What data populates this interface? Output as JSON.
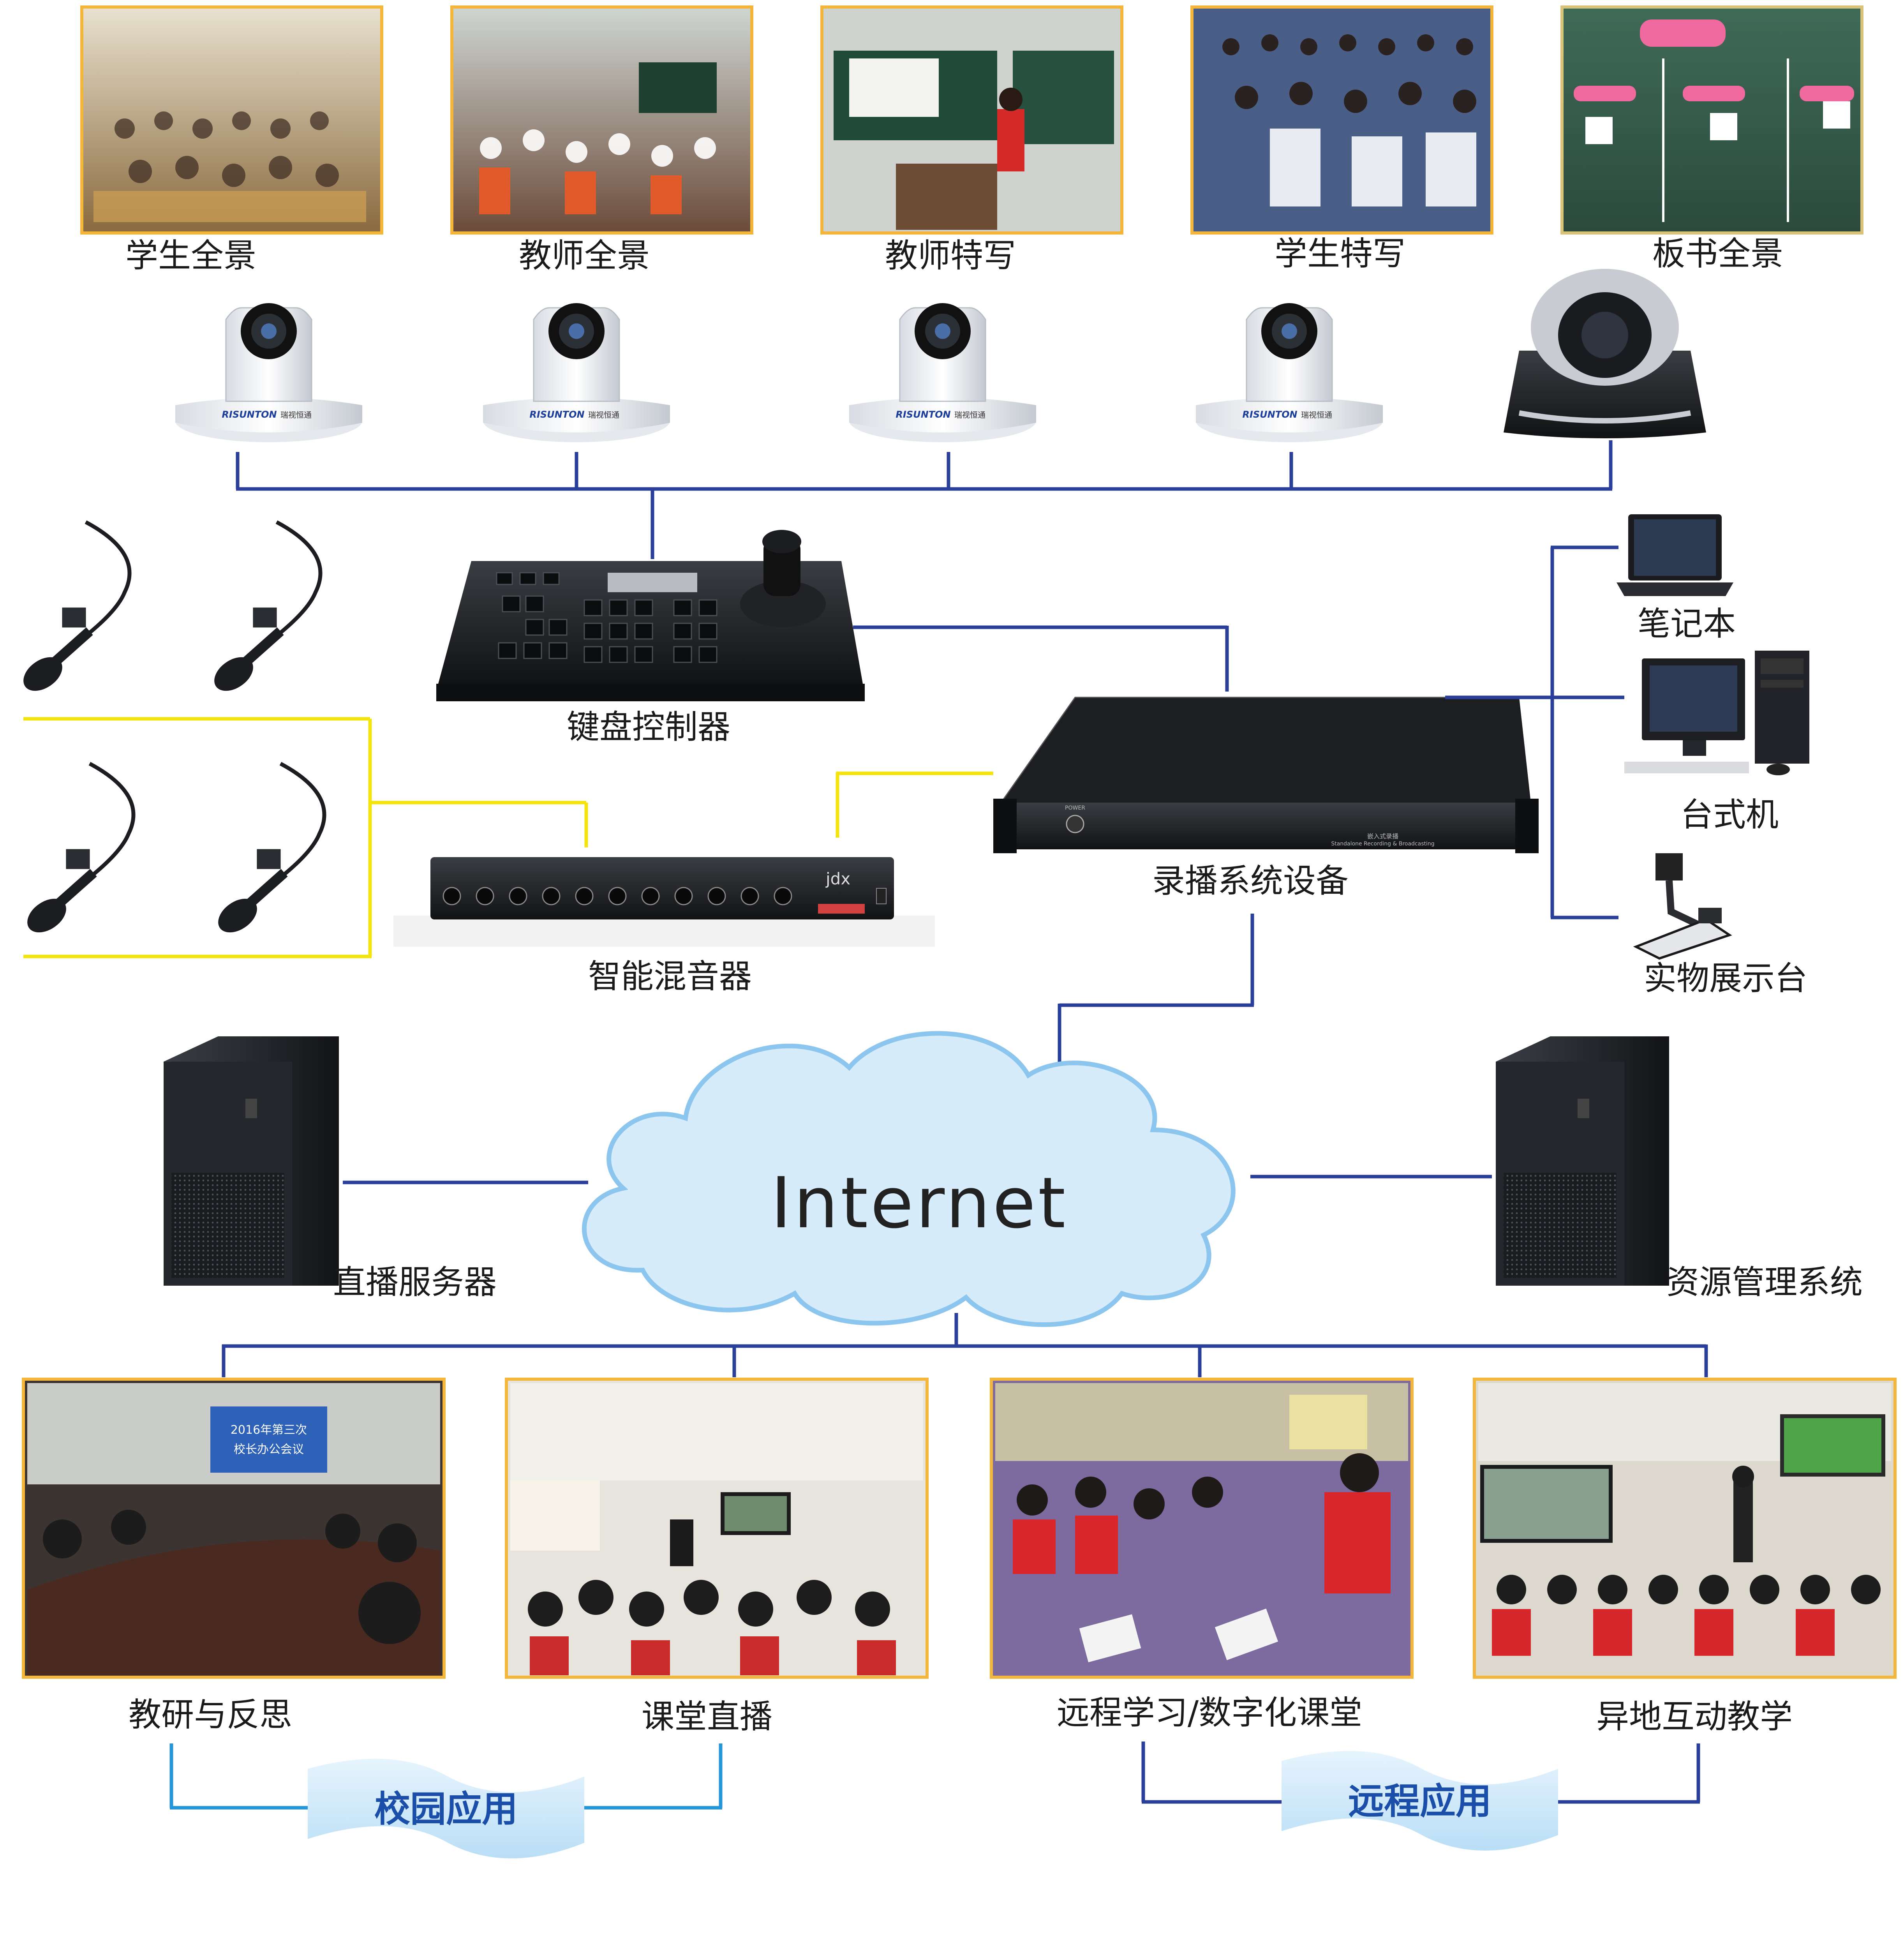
{
  "colors": {
    "line_blue": "#2a3f9a",
    "line_yellow": "#f2e40c",
    "cloud_fill": "#d7ecfa",
    "cloud_stroke": "#8cc6ef",
    "banner_fill": "#cfe8f9",
    "banner_text": "#1a4ea8",
    "photo_border": "#f4b63a"
  },
  "top_views": [
    {
      "label": "学生全景",
      "icon": "student-panorama-photo"
    },
    {
      "label": "教师全景",
      "icon": "teacher-panorama-photo"
    },
    {
      "label": "教师特写",
      "icon": "teacher-closeup-photo"
    },
    {
      "label": "学生特写",
      "icon": "student-closeup-photo"
    },
    {
      "label": "板书全景",
      "icon": "blackboard-panorama-photo"
    }
  ],
  "camera_brand": "RISUNTON",
  "camera_brand_cn": "瑞视恒通",
  "devices": {
    "keyboard_controller": "键盘控制器",
    "smart_mixer": "智能混音器",
    "recording_system": "录播系统设备",
    "laptop": "笔记本",
    "desktop": "台式机",
    "document_camera": "实物展示台",
    "live_server": "直播服务器",
    "resource_system": "资源管理系统"
  },
  "device_print": {
    "mixer_brand": "jdx",
    "recorder_power": "POWER",
    "recorder_caption_cn": "嵌入式录播",
    "recorder_caption_en": "Standalone Recording & Broadcasting"
  },
  "network_label": "Internet",
  "applications": [
    {
      "label": "教研与反思",
      "icon": "teaching-research-photo"
    },
    {
      "label": "课堂直播",
      "icon": "classroom-live-photo"
    },
    {
      "label": "远程学习/数字化课堂",
      "icon": "remote-learning-photo"
    },
    {
      "label": "异地互动教学",
      "icon": "remote-interactive-photo"
    }
  ],
  "photo_text": {
    "meeting_screen_line1": "2016年第三次",
    "meeting_screen_line2": "校长办公会议"
  },
  "groups": {
    "campus": "校园应用",
    "remote": "远程应用"
  }
}
